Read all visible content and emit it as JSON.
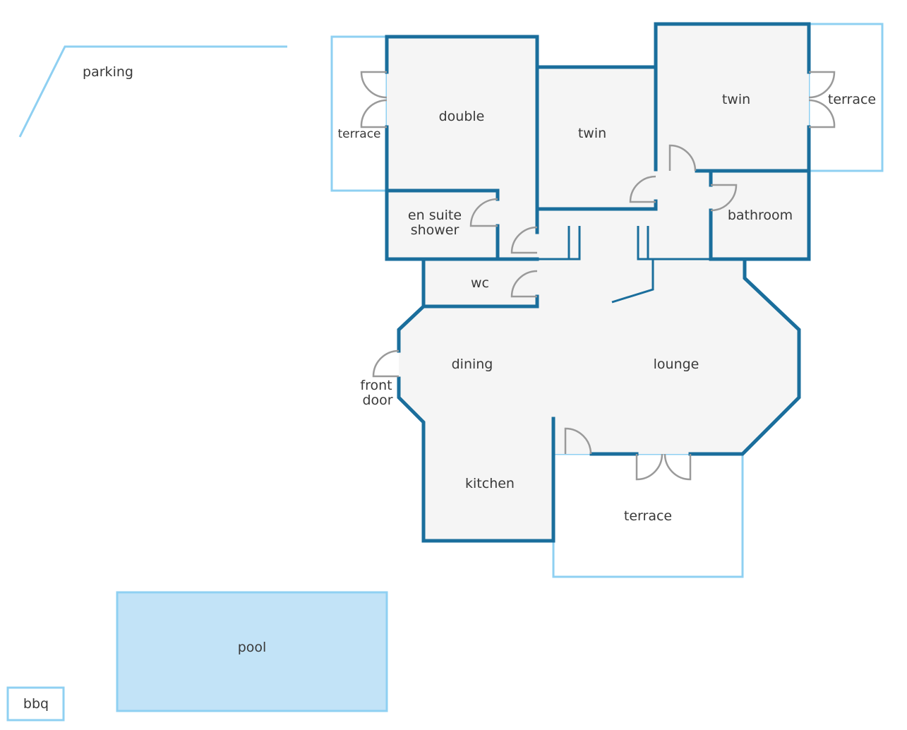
{
  "colors": {
    "wall": "#1a6e9c",
    "outdoor_outline": "#8fd0f2",
    "floor": "#f5f5f5",
    "pool_fill": "#c2e3f7",
    "door": "#9a9a9a",
    "label": "#3a3a3a"
  },
  "labels": {
    "parking": "parking",
    "double": "double",
    "terrace_left": "terrace",
    "twin_middle": "twin",
    "twin_right": "twin",
    "terrace_right": "terrace",
    "en_suite_line1": "en suite",
    "en_suite_line2": "shower",
    "bathroom": "bathroom",
    "wc": "wc",
    "dining": "dining",
    "lounge": "lounge",
    "front_door_line1": "front",
    "front_door_line2": "door",
    "kitchen": "kitchen",
    "terrace_bottom": "terrace",
    "pool": "pool",
    "bbq": "bbq"
  }
}
